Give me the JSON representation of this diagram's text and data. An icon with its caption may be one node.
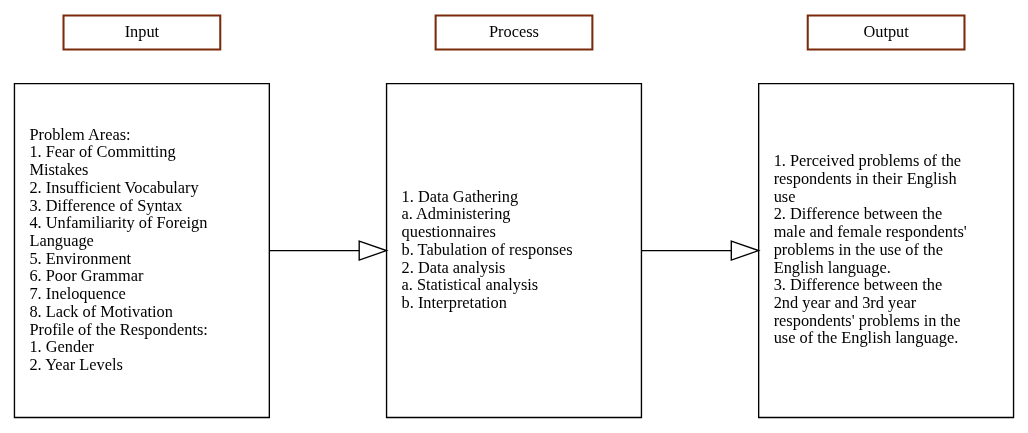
{
  "diagram": {
    "nodes": [
      {
        "text": [
          "Input"
        ]
      },
      {
        "text": [
          "Process"
        ]
      },
      {
        "text": [
          "Output"
        ]
      },
      {
        "text": [
          "Problem Areas:",
          "1. Fear of Committing Mistakes",
          "2. Insufficient Vocabulary",
          "3. Difference of Syntax",
          "4. Unfamiliarity of Foreign Language",
          "5. Environment",
          "6. Poor Grammar",
          "7. Ineloquence",
          "8. Lack of Motivation",
          "Profile of the Respondents:",
          "1. Gender",
          "2. Year Levels"
        ]
      },
      {
        "text": [
          "1. Data Gathering",
          "a. Administering questionnaires",
          "b. Tabulation of responses",
          "2. Data analysis",
          "a. Statistical analysis",
          "b. Interpretation"
        ]
      },
      {
        "text": [
          "1. Perceived problems of the respondents in their English use",
          "2. Difference between the male and female respondents' problems in the use of the English language.",
          "3. Difference between the 2nd year and 3rd year respondents' problems in the use of the English language."
        ]
      }
    ],
    "edges": [
      {
        "from": 3,
        "to": 4,
        "arrow": "to"
      },
      {
        "from": 4,
        "to": 5,
        "arrow": "to"
      }
    ]
  }
}
